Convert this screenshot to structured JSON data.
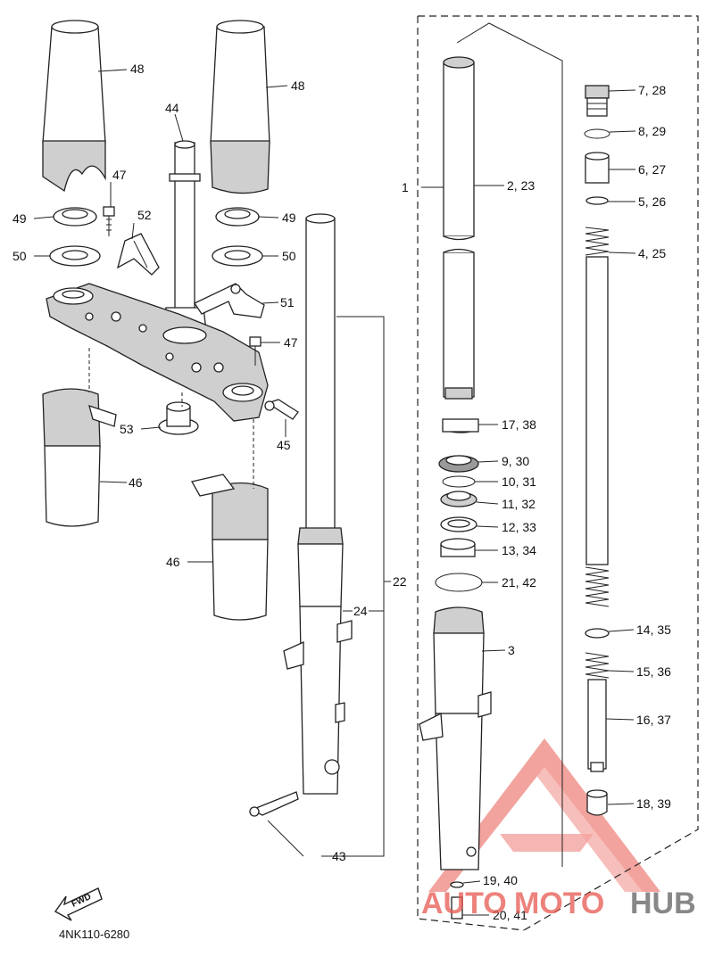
{
  "diagram": {
    "code": "4NK110-6280",
    "fwd_label": "FWD",
    "parts": [
      {
        "id": "p48a",
        "label": "48"
      },
      {
        "id": "p48b",
        "label": "48"
      },
      {
        "id": "p44",
        "label": "44"
      },
      {
        "id": "p47a",
        "label": "47"
      },
      {
        "id": "p52",
        "label": "52"
      },
      {
        "id": "p49a",
        "label": "49"
      },
      {
        "id": "p49b",
        "label": "49"
      },
      {
        "id": "p50a",
        "label": "50"
      },
      {
        "id": "p50b",
        "label": "50"
      },
      {
        "id": "p51",
        "label": "51"
      },
      {
        "id": "p47b",
        "label": "47"
      },
      {
        "id": "p53",
        "label": "53"
      },
      {
        "id": "p45",
        "label": "45"
      },
      {
        "id": "p46a",
        "label": "46"
      },
      {
        "id": "p46b",
        "label": "46"
      },
      {
        "id": "p22",
        "label": "22"
      },
      {
        "id": "p24",
        "label": "24"
      },
      {
        "id": "p43",
        "label": "43"
      },
      {
        "id": "p1",
        "label": "1"
      },
      {
        "id": "p2",
        "label": "2, 23"
      },
      {
        "id": "p3",
        "label": "3"
      },
      {
        "id": "p17",
        "label": "17, 38"
      },
      {
        "id": "p9",
        "label": "9, 30"
      },
      {
        "id": "p10",
        "label": "10, 31"
      },
      {
        "id": "p11",
        "label": "11, 32"
      },
      {
        "id": "p12",
        "label": "12, 33"
      },
      {
        "id": "p13",
        "label": "13, 34"
      },
      {
        "id": "p21",
        "label": "21, 42"
      },
      {
        "id": "p19",
        "label": "19, 40"
      },
      {
        "id": "p20",
        "label": "20, 41"
      },
      {
        "id": "p7",
        "label": "7, 28"
      },
      {
        "id": "p8",
        "label": "8, 29"
      },
      {
        "id": "p6",
        "label": "6, 27"
      },
      {
        "id": "p5",
        "label": "5, 26"
      },
      {
        "id": "p4",
        "label": "4, 25"
      },
      {
        "id": "p14",
        "label": "14, 35"
      },
      {
        "id": "p15",
        "label": "15, 36"
      },
      {
        "id": "p16",
        "label": "16, 37"
      },
      {
        "id": "p18",
        "label": "18, 39"
      }
    ]
  },
  "watermark": {
    "text_auto": "AUTO",
    "text_moto": "MOTO",
    "text_hub": "HUB",
    "color_red": "#e8584f",
    "color_gray": "#6b6b6b"
  }
}
